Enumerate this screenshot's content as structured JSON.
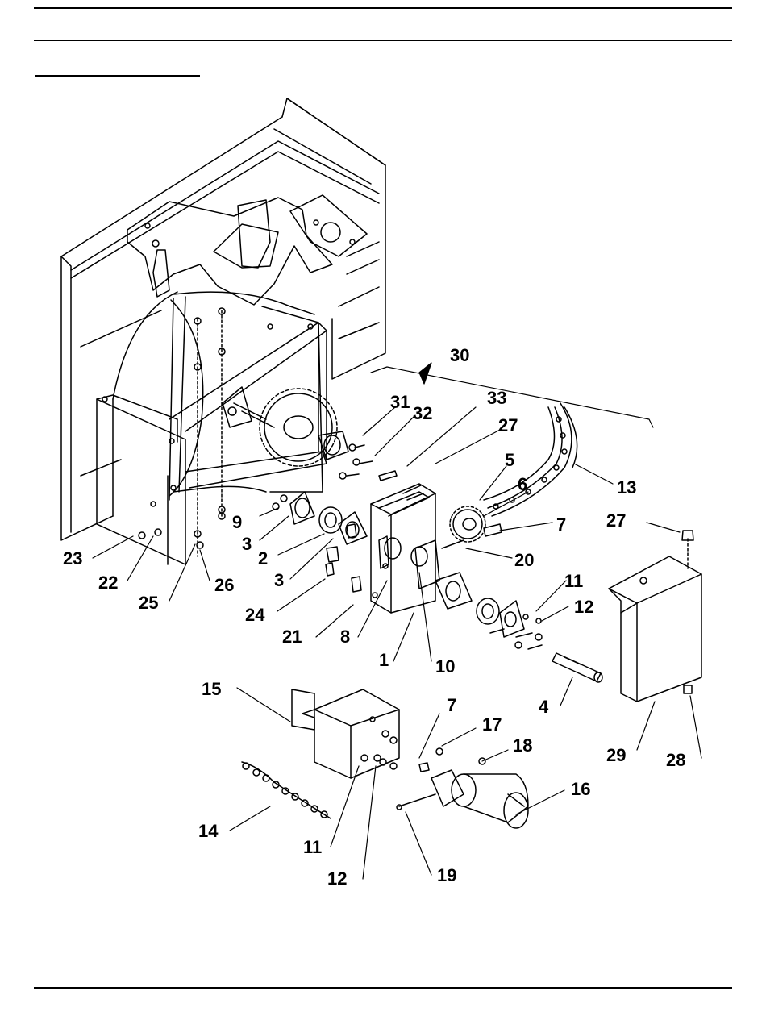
{
  "diagram": {
    "callouts": [
      {
        "id": "c30",
        "text": "30"
      },
      {
        "id": "c31",
        "text": "31"
      },
      {
        "id": "c32",
        "text": "32"
      },
      {
        "id": "c33",
        "text": "33"
      },
      {
        "id": "c27a",
        "text": "27"
      },
      {
        "id": "c5",
        "text": "5"
      },
      {
        "id": "c6",
        "text": "6"
      },
      {
        "id": "c13",
        "text": "13"
      },
      {
        "id": "c7a",
        "text": "7"
      },
      {
        "id": "c27b",
        "text": "27"
      },
      {
        "id": "c20",
        "text": "20"
      },
      {
        "id": "c9",
        "text": "9"
      },
      {
        "id": "c3a",
        "text": "3"
      },
      {
        "id": "c2",
        "text": "2"
      },
      {
        "id": "c3b",
        "text": "3"
      },
      {
        "id": "c23",
        "text": "23"
      },
      {
        "id": "c22",
        "text": "22"
      },
      {
        "id": "c25",
        "text": "25"
      },
      {
        "id": "c26",
        "text": "26"
      },
      {
        "id": "c24",
        "text": "24"
      },
      {
        "id": "c21",
        "text": "21"
      },
      {
        "id": "c8",
        "text": "8"
      },
      {
        "id": "c1",
        "text": "1"
      },
      {
        "id": "c10",
        "text": "10"
      },
      {
        "id": "c11a",
        "text": "11"
      },
      {
        "id": "c12a",
        "text": "12"
      },
      {
        "id": "c4",
        "text": "4"
      },
      {
        "id": "c29",
        "text": "29"
      },
      {
        "id": "c28",
        "text": "28"
      },
      {
        "id": "c15",
        "text": "15"
      },
      {
        "id": "c7b",
        "text": "7"
      },
      {
        "id": "c17",
        "text": "17"
      },
      {
        "id": "c18",
        "text": "18"
      },
      {
        "id": "c16",
        "text": "16"
      },
      {
        "id": "c14",
        "text": "14"
      },
      {
        "id": "c11b",
        "text": "11"
      },
      {
        "id": "c12b",
        "text": "12"
      },
      {
        "id": "c19",
        "text": "19"
      }
    ]
  }
}
